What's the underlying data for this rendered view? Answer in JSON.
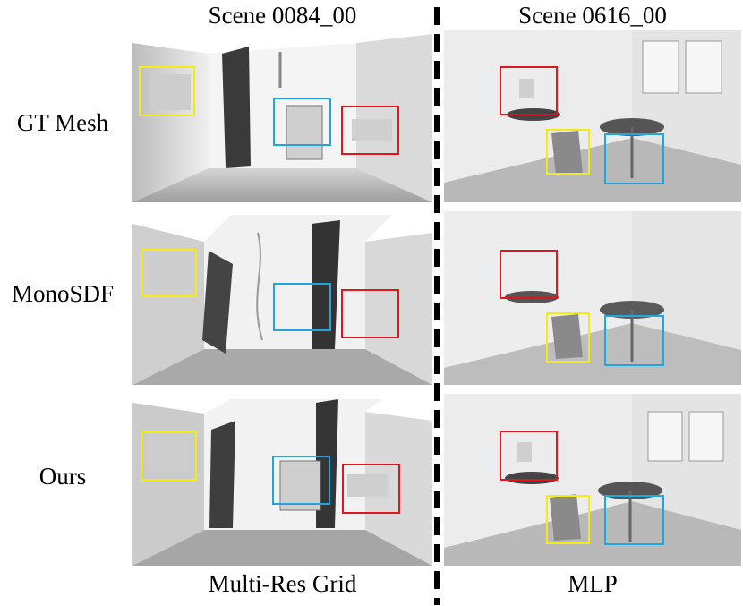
{
  "columns": [
    {
      "title": "Scene 0084_00",
      "footer": "Multi-Res Grid"
    },
    {
      "title": "Scene 0616_00",
      "footer": "MLP"
    }
  ],
  "rows": [
    "GT Mesh",
    "MonoSDF",
    "Ours"
  ],
  "colors": {
    "yellow": "#f2ea1a",
    "blue": "#1fa6e0",
    "red": "#e0161c"
  }
}
